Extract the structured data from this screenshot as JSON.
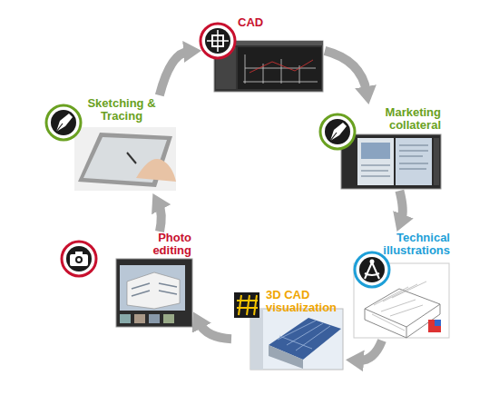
{
  "diagram": {
    "nodes": [
      {
        "text": [
          "CAD"
        ]
      },
      {
        "text": [
          "Marketing collateral"
        ]
      },
      {
        "text": [
          "Technical illustrations"
        ]
      },
      {
        "text": [
          "3D CAD visualization"
        ]
      },
      {
        "text": [
          "Photo editing"
        ]
      },
      {
        "text": [
          "Sketching & Tracing"
        ]
      }
    ],
    "edges": [
      {
        "from": 0,
        "to": 1,
        "arrow": "to"
      },
      {
        "from": 1,
        "to": 2,
        "arrow": "to"
      },
      {
        "from": 2,
        "to": 3,
        "arrow": "to"
      },
      {
        "from": 3,
        "to": 4,
        "arrow": "to"
      },
      {
        "from": 4,
        "to": 5,
        "arrow": "to"
      },
      {
        "from": 5,
        "to": 0,
        "arrow": "to"
      }
    ]
  }
}
